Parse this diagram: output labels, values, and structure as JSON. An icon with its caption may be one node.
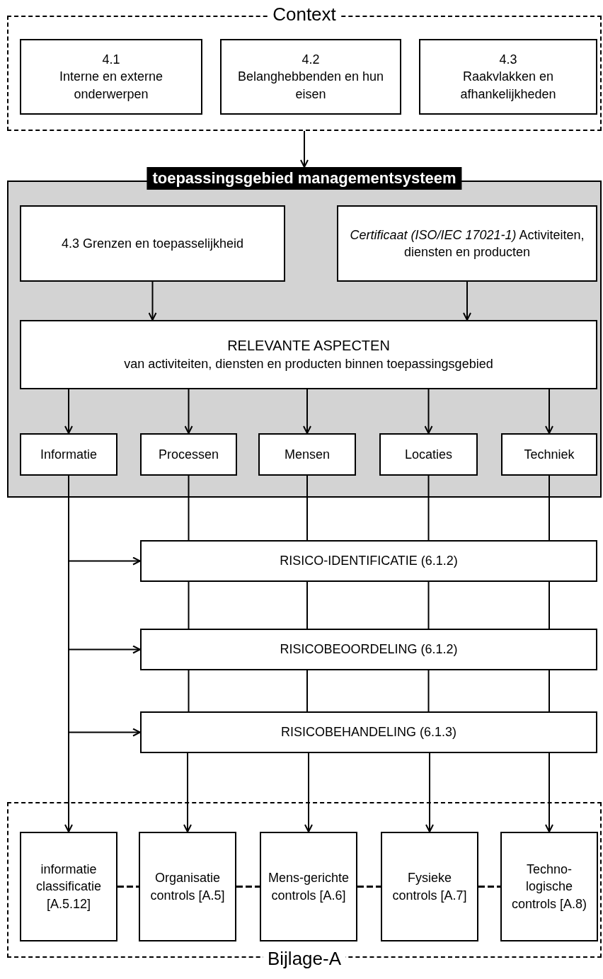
{
  "diagram": {
    "nodes": [
      {
        "text": [
          "Context"
        ]
      },
      {
        "text": [
          "4.1",
          "Interne en externe onderwerpen"
        ],
        "in": 0
      },
      {
        "text": [
          "4.2",
          "Belanghebbenden en hun eisen"
        ],
        "in": 0
      },
      {
        "text": [
          "4.3",
          "Raakvlakken en afhankelijkheden"
        ],
        "in": 0
      },
      {
        "text": [
          "toepassingsgebied managementsysteem"
        ]
      },
      {
        "text": [
          "4.3 Grenzen en toepasselijkheid"
        ],
        "in": 4
      },
      {
        "text": [
          "*Certificaat (ISO/IEC 17021-1)* Activiteiten, diensten en producten"
        ],
        "in": 4
      },
      {
        "text": [
          "RELEVANTE ASPECTEN",
          "van activiteiten, diensten en producten binnen toepassingsgebied"
        ],
        "in": 4
      },
      {
        "text": [
          "Informatie"
        ],
        "in": 4
      },
      {
        "text": [
          "Processen"
        ],
        "in": 4
      },
      {
        "text": [
          "Mensen"
        ],
        "in": 4
      },
      {
        "text": [
          "Locaties"
        ],
        "in": 4
      },
      {
        "text": [
          "Techniek"
        ],
        "in": 4
      },
      {
        "text": [
          "RISICO-IDENTIFICATIE (6.1.2)"
        ]
      },
      {
        "text": [
          "RISICOBEOORDELING (6.1.2)"
        ]
      },
      {
        "text": [
          "RISICOBEHANDELING (6.1.3)"
        ]
      },
      {
        "text": [
          "Bijlage-A"
        ]
      },
      {
        "text": [
          "informatie classificatie [A.5.12]"
        ],
        "in": 16
      },
      {
        "text": [
          "Organisatie controls [A.5]"
        ],
        "in": 16
      },
      {
        "text": [
          "Mens-gerichte controls [A.6]"
        ],
        "in": 16
      },
      {
        "text": [
          "Fysieke controls [A.7]"
        ],
        "in": 16
      },
      {
        "text": [
          "Techno-logische controls [A.8)"
        ],
        "in": 16
      }
    ],
    "edges": [
      {
        "from": 0,
        "to": 4,
        "arrow": "to"
      },
      {
        "from": 5,
        "to": 7,
        "arrow": "to"
      },
      {
        "from": 6,
        "to": 7,
        "arrow": "to"
      },
      {
        "from": 7,
        "to": 8,
        "arrow": "to"
      },
      {
        "from": 7,
        "to": 9,
        "arrow": "to"
      },
      {
        "from": 7,
        "to": 10,
        "arrow": "to"
      },
      {
        "from": 7,
        "to": 11,
        "arrow": "to"
      },
      {
        "from": 7,
        "to": 12,
        "arrow": "to"
      },
      {
        "from": 8,
        "to": 13,
        "arrow": "to"
      },
      {
        "from": 8,
        "to": 14,
        "arrow": "to"
      },
      {
        "from": 8,
        "to": 15,
        "arrow": "to"
      },
      {
        "from": 8,
        "to": 17,
        "arrow": "to"
      },
      {
        "from": 9,
        "to": 13,
        "arrow": "none"
      },
      {
        "from": 10,
        "to": 13,
        "arrow": "none"
      },
      {
        "from": 11,
        "to": 13,
        "arrow": "none"
      },
      {
        "from": 12,
        "to": 13,
        "arrow": "none"
      },
      {
        "from": 13,
        "to": 14,
        "arrow": "none"
      },
      {
        "from": 13,
        "to": 14,
        "arrow": "none"
      },
      {
        "from": 13,
        "to": 14,
        "arrow": "none"
      },
      {
        "from": 13,
        "to": 14,
        "arrow": "none"
      },
      {
        "from": 14,
        "to": 15,
        "arrow": "none"
      },
      {
        "from": 14,
        "to": 15,
        "arrow": "none"
      },
      {
        "from": 14,
        "to": 15,
        "arrow": "none"
      },
      {
        "from": 14,
        "to": 15,
        "arrow": "none"
      },
      {
        "from": 15,
        "to": 18,
        "arrow": "to"
      },
      {
        "from": 15,
        "to": 19,
        "arrow": "to"
      },
      {
        "from": 15,
        "to": 20,
        "arrow": "to"
      },
      {
        "from": 15,
        "to": 21,
        "arrow": "to"
      },
      {
        "from": 17,
        "to": 18,
        "arrow": "none",
        "style": "dashed"
      },
      {
        "from": 18,
        "to": 19,
        "arrow": "none",
        "style": "dashed"
      },
      {
        "from": 19,
        "to": 20,
        "arrow": "none",
        "style": "dashed"
      },
      {
        "from": 20,
        "to": 21,
        "arrow": "none",
        "style": "dashed"
      }
    ]
  }
}
